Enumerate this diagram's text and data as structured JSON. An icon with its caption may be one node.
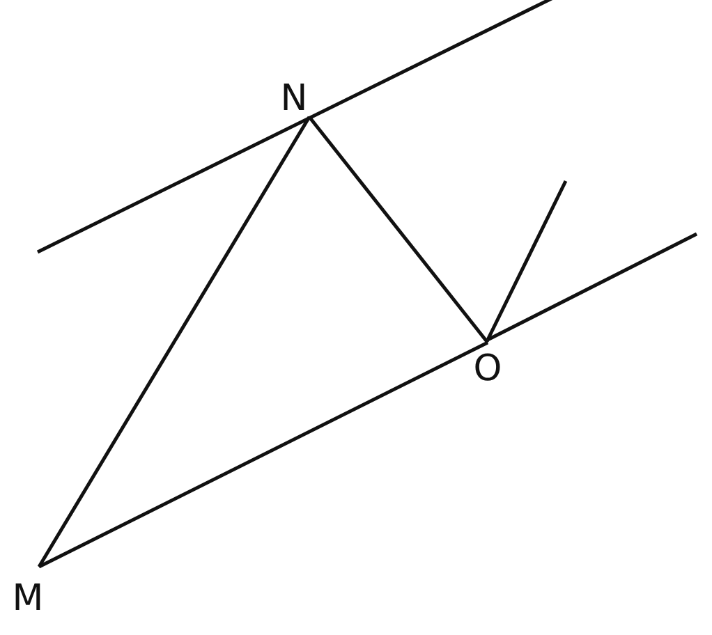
{
  "diagram": {
    "nodes": [
      {
        "text": [
          "N"
        ]
      },
      {
        "text": [
          "O"
        ]
      },
      {
        "text": [
          "M"
        ]
      }
    ],
    "edges": [
      {
        "from": 2,
        "to": 0,
        "arrow": "none"
      },
      {
        "from": 0,
        "to": 1,
        "arrow": "none"
      },
      {
        "from": 2,
        "to": 1,
        "arrow": "none"
      }
    ]
  }
}
